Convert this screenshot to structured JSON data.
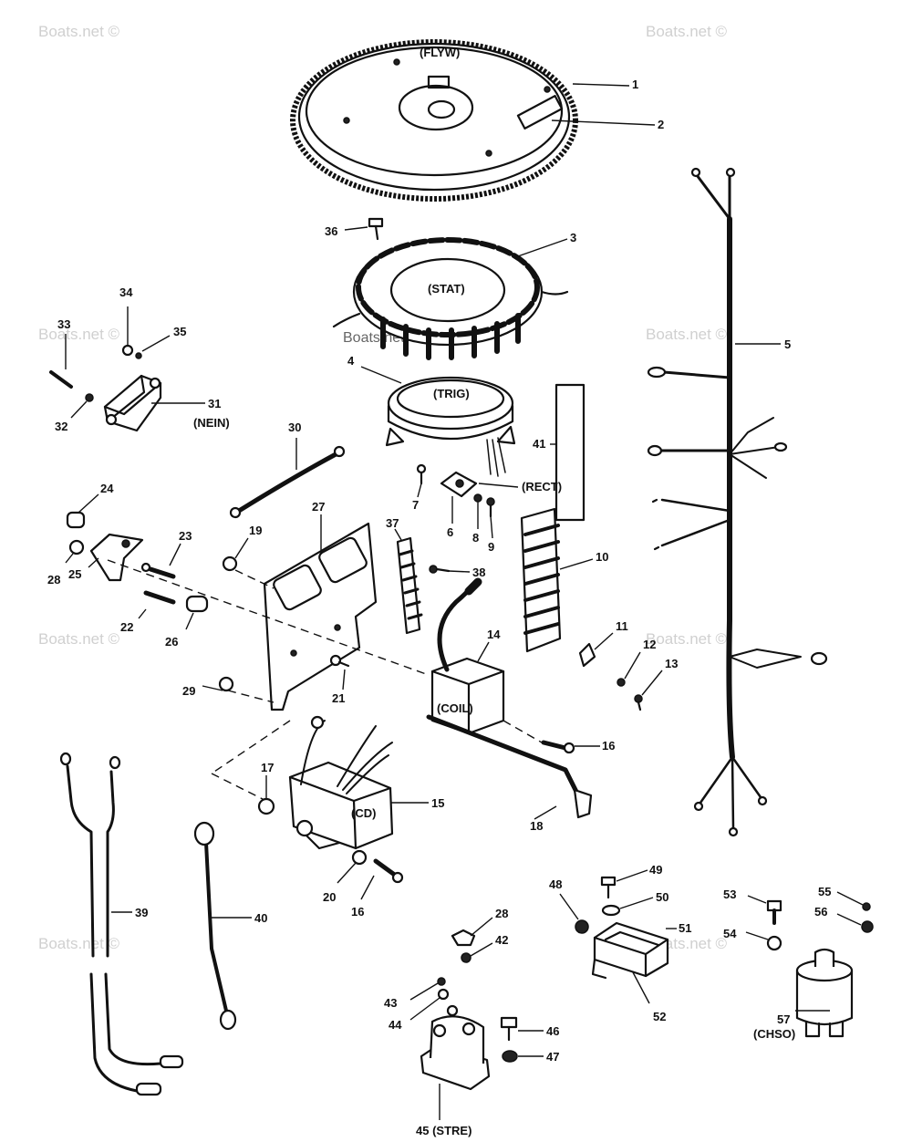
{
  "watermark": "Boats.net ©",
  "watermark_stamp": "Boats.net ©",
  "callouts": {
    "p1": "1",
    "p2": "2",
    "p3": "3",
    "p4": "4",
    "p5": "5",
    "p6": "6",
    "p7": "7",
    "p8": "8",
    "p9": "9",
    "p10": "10",
    "p11": "11",
    "p12": "12",
    "p13": "13",
    "p14": "14",
    "p15": "15",
    "p16a": "16",
    "p16b": "16",
    "p17": "17",
    "p18": "18",
    "p19": "19",
    "p20": "20",
    "p21": "21",
    "p22": "22",
    "p23": "23",
    "p24": "24",
    "p25": "25",
    "p26": "26",
    "p27": "27",
    "p28a": "28",
    "p28b": "28",
    "p29": "29",
    "p30": "30",
    "p31": "31",
    "p32": "32",
    "p33": "33",
    "p34": "34",
    "p35": "35",
    "p36": "36",
    "p37": "37",
    "p38": "38",
    "p39": "39",
    "p40": "40",
    "p41": "41",
    "p42": "42",
    "p43": "43",
    "p44": "44",
    "p46": "46",
    "p47": "47",
    "p48": "48",
    "p49": "49",
    "p50": "50",
    "p51": "51",
    "p52": "52",
    "p53": "53",
    "p54": "54",
    "p55": "55",
    "p56": "56",
    "p45": "45 (STRE)",
    "p57": "57"
  },
  "part_codes": {
    "flyw": "(FLYW)",
    "stat": "(STAT)",
    "trig": "(TRIG)",
    "rect": "(RECT)",
    "nein": "(NEIN)",
    "coil": "(COIL)",
    "cd": "(CD)",
    "chso": "(CHSO)"
  }
}
